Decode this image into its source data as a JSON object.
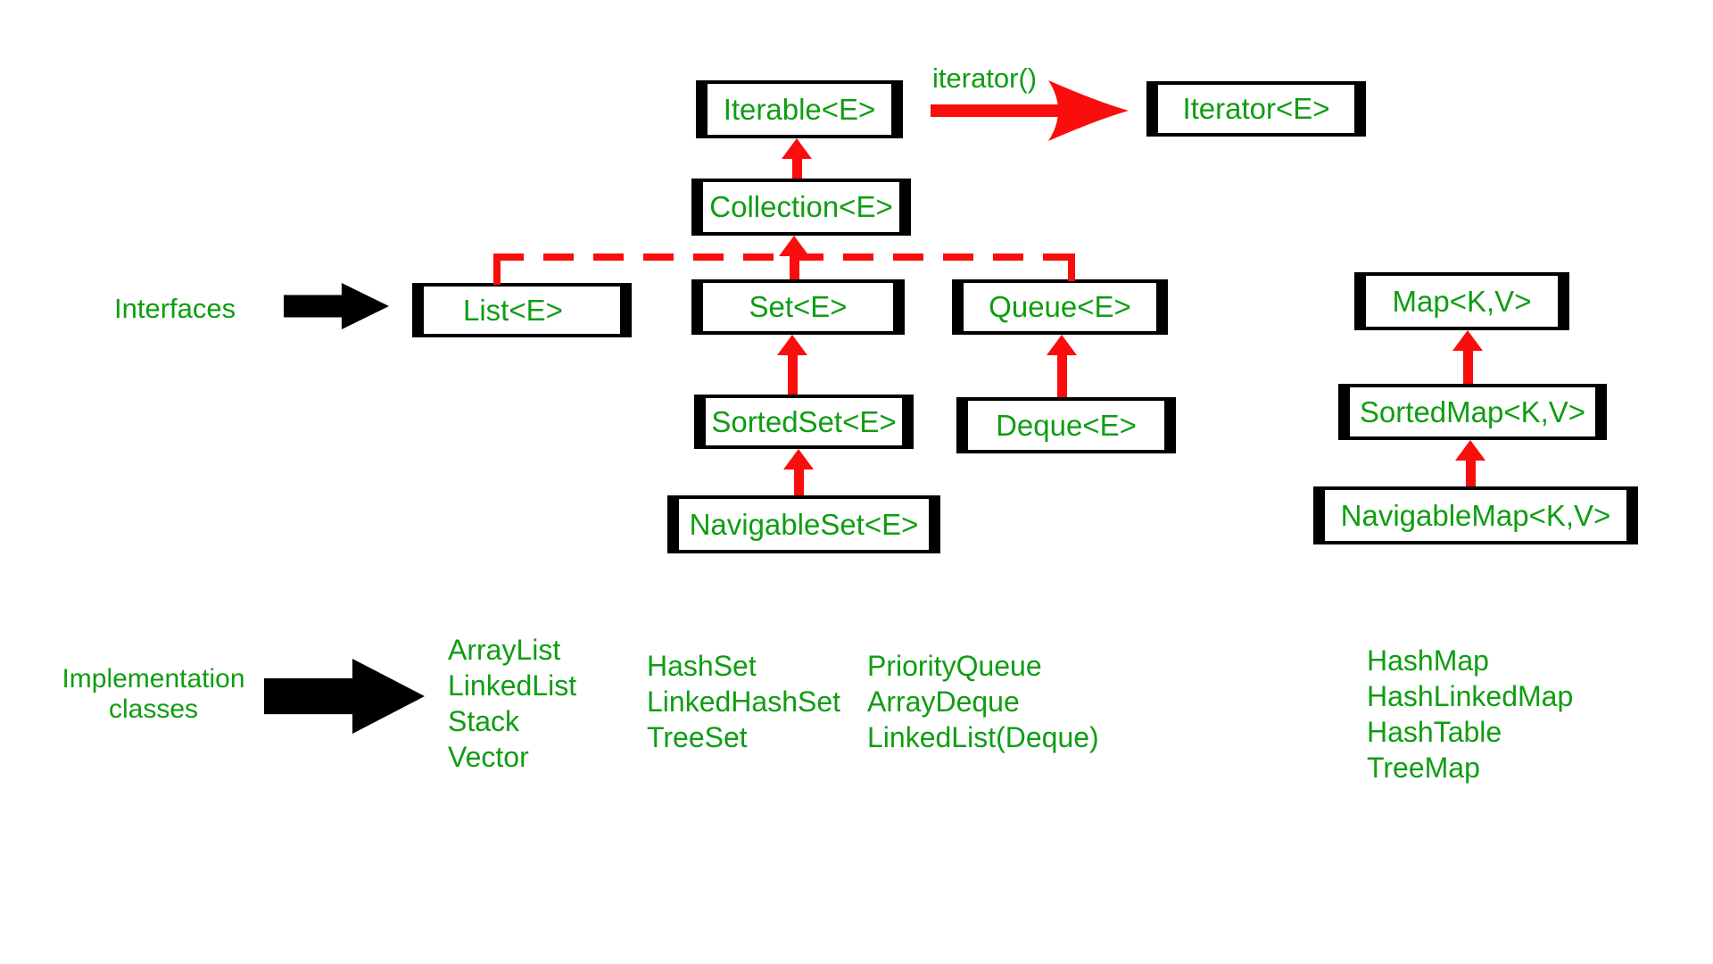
{
  "colors": {
    "green": "#0f9d12",
    "red": "#f90d0d",
    "black": "#000000"
  },
  "annotations": {
    "iterator_method": "iterator()",
    "interfaces_label": "Interfaces",
    "implementation_label_line1": "Implementation",
    "implementation_label_line2": "classes"
  },
  "interfaces": {
    "iterable": "Iterable<E>",
    "iterator": "Iterator<E>",
    "collection": "Collection<E>",
    "list": "List<E>",
    "set": "Set<E>",
    "queue": "Queue<E>",
    "map": "Map<K,V>",
    "sorted_set": "SortedSet<E>",
    "navigable_set": "NavigableSet<E>",
    "deque": "Deque<E>",
    "sorted_map": "SortedMap<K,V>",
    "navigable_map": "NavigableMap<K,V>"
  },
  "implementations": {
    "list": [
      "ArrayList",
      "LinkedList",
      "Stack",
      "Vector"
    ],
    "set": [
      "HashSet",
      "LinkedHashSet",
      "TreeSet"
    ],
    "queue": [
      "PriorityQueue",
      "ArrayDeque",
      "LinkedList(Deque)"
    ],
    "map": [
      "HashMap",
      "HashLinkedMap",
      "HashTable",
      "TreeMap"
    ]
  }
}
